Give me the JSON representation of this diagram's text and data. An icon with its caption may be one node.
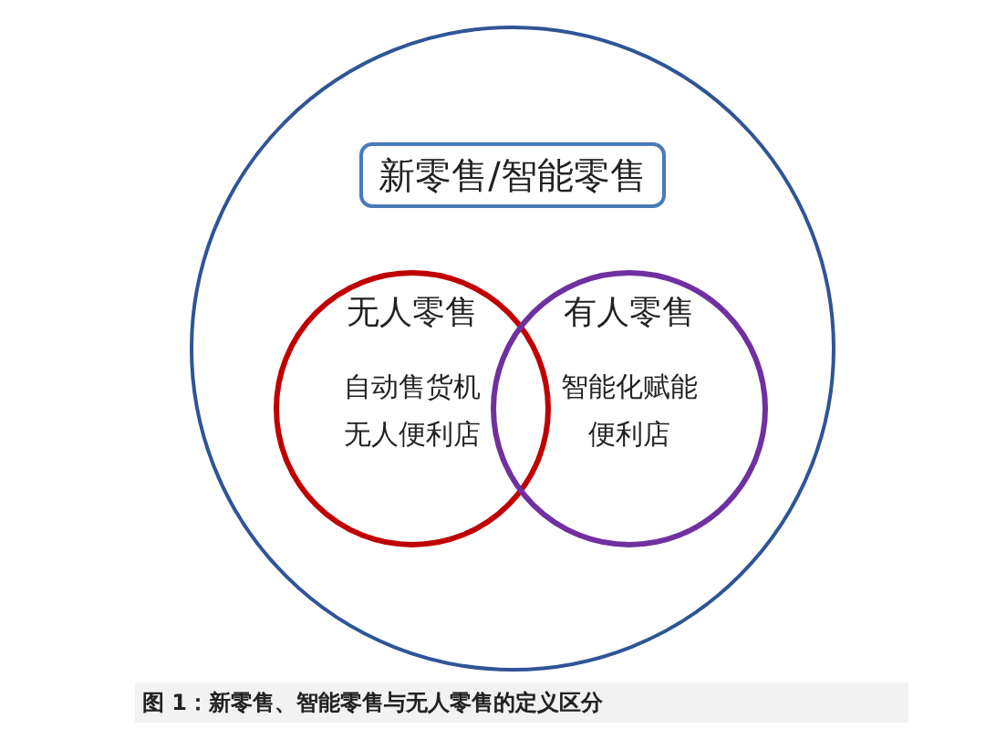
{
  "diagram": {
    "caption": "图 1：新零售、智能零售与无人零售的定义区分",
    "nodes": [
      {
        "text": [],
        "shape": "circle"
      },
      {
        "text": [
          "新零售/智能零售"
        ],
        "in": 0
      },
      {
        "text": [
          "无人零售",
          "自动售货机",
          "无人便利店"
        ],
        "in": 0
      },
      {
        "text": [
          "有人零售",
          "智能化赋能",
          "便利店"
        ],
        "in": 0
      }
    ]
  }
}
